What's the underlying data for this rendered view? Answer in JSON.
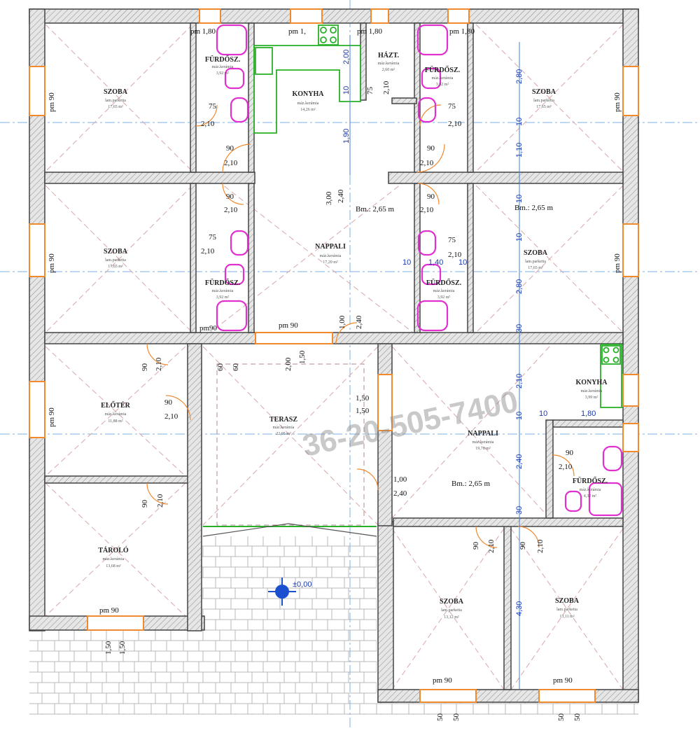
{
  "plan": {
    "rooms": [
      {
        "id": "szoba-1",
        "name": "SZOBA",
        "floor": "lam.parketta",
        "area": "17,65 m²"
      },
      {
        "id": "furdo-1",
        "name": "FÜRDŐSZ.",
        "floor": "máz.kerámia",
        "area": "3,92 m²"
      },
      {
        "id": "konyha-1",
        "name": "KONYHA",
        "floor": "máz.kerámia",
        "area": "14,26 m²"
      },
      {
        "id": "haztart",
        "name": "HÁZT.",
        "floor": "máz.kerámia",
        "area": "2,60 m²"
      },
      {
        "id": "furdo-2",
        "name": "FÜRDŐSZ.",
        "floor": "máz.kerámia",
        "area": "3,92 m²"
      },
      {
        "id": "szoba-2",
        "name": "SZOBA",
        "floor": "lam.parketta",
        "area": "17,65 m²"
      },
      {
        "id": "szoba-3",
        "name": "SZOBA",
        "floor": "lam.parketta",
        "area": "17,65 m²"
      },
      {
        "id": "nappali-1",
        "name": "NAPPALI",
        "floor": "máz.kerámia",
        "area": "17,20 m²"
      },
      {
        "id": "szoba-4",
        "name": "SZOBA",
        "floor": "lam.parketta",
        "area": "17,65 m²"
      },
      {
        "id": "furdo-3",
        "name": "FÜRDŐSZ.",
        "floor": "máz.kerámia",
        "area": "3,92 m²"
      },
      {
        "id": "furdo-4",
        "name": "FÜRDŐSZ.",
        "floor": "máz.kerámia",
        "area": "3,92 m²"
      },
      {
        "id": "eloter",
        "name": "ELŐTÉR",
        "floor": "máz.kerámia",
        "area": "11,88 m²"
      },
      {
        "id": "terasz",
        "name": "TERASZ",
        "floor": "máz.kerámia",
        "area": "22,05 m²"
      },
      {
        "id": "nappali-2",
        "name": "NAPPALI",
        "floor": "máz.kerámia",
        "area": "19,78 m²"
      },
      {
        "id": "konyha-2",
        "name": "KONYHA",
        "floor": "máz.kerámia",
        "area": "3,99 m²"
      },
      {
        "id": "furdo-5",
        "name": "FÜRDŐSZ.",
        "floor": "máz.kerámia",
        "area": "4,32 m²"
      },
      {
        "id": "tarolo",
        "name": "TÁROLÓ",
        "floor": "máz.kerámia",
        "area": "13,68 m²"
      },
      {
        "id": "szoba-5",
        "name": "SZOBA",
        "floor": "lam.parketta",
        "area": "13,12 m²"
      },
      {
        "id": "szoba-6",
        "name": "SZOBA",
        "floor": "lam.parketta",
        "area": "13,11 m²"
      }
    ],
    "window_labels": {
      "pm180": "pm 1,80",
      "pm1": "pm 1,",
      "pm90": "pm 90",
      "pm_90": "pm90"
    },
    "dims": {
      "d200": "2,00",
      "d10": "10",
      "d75": "75",
      "d210": "2,10",
      "d190": "1,90",
      "d90": "90",
      "d300": "3,00",
      "d240": "2,40",
      "d280": "2,80",
      "d110": "1,10",
      "d30": "30",
      "d140": "1,40",
      "d100": "1,00",
      "d150": "1,50",
      "d180": "1,80",
      "d430": "4,30",
      "d60": "60",
      "d50": "50"
    },
    "ceiling_1": "Bm.: 2,65 m",
    "ceiling_2": "Bm.: 2,65 m",
    "ceiling_3": "Bm.: 2,65 m",
    "level_mark": "±0,00",
    "watermark": "36-20-505-7400",
    "colors": {
      "wall": "#555555",
      "wall_fill": "#dcdcdc",
      "window": "#f08a30",
      "sanitary": "#e030d0",
      "kitchen": "#28b028",
      "axis": "#3f7fd4",
      "dim_blue": "#1a3ab0",
      "paving": "#b8b8b8"
    }
  }
}
